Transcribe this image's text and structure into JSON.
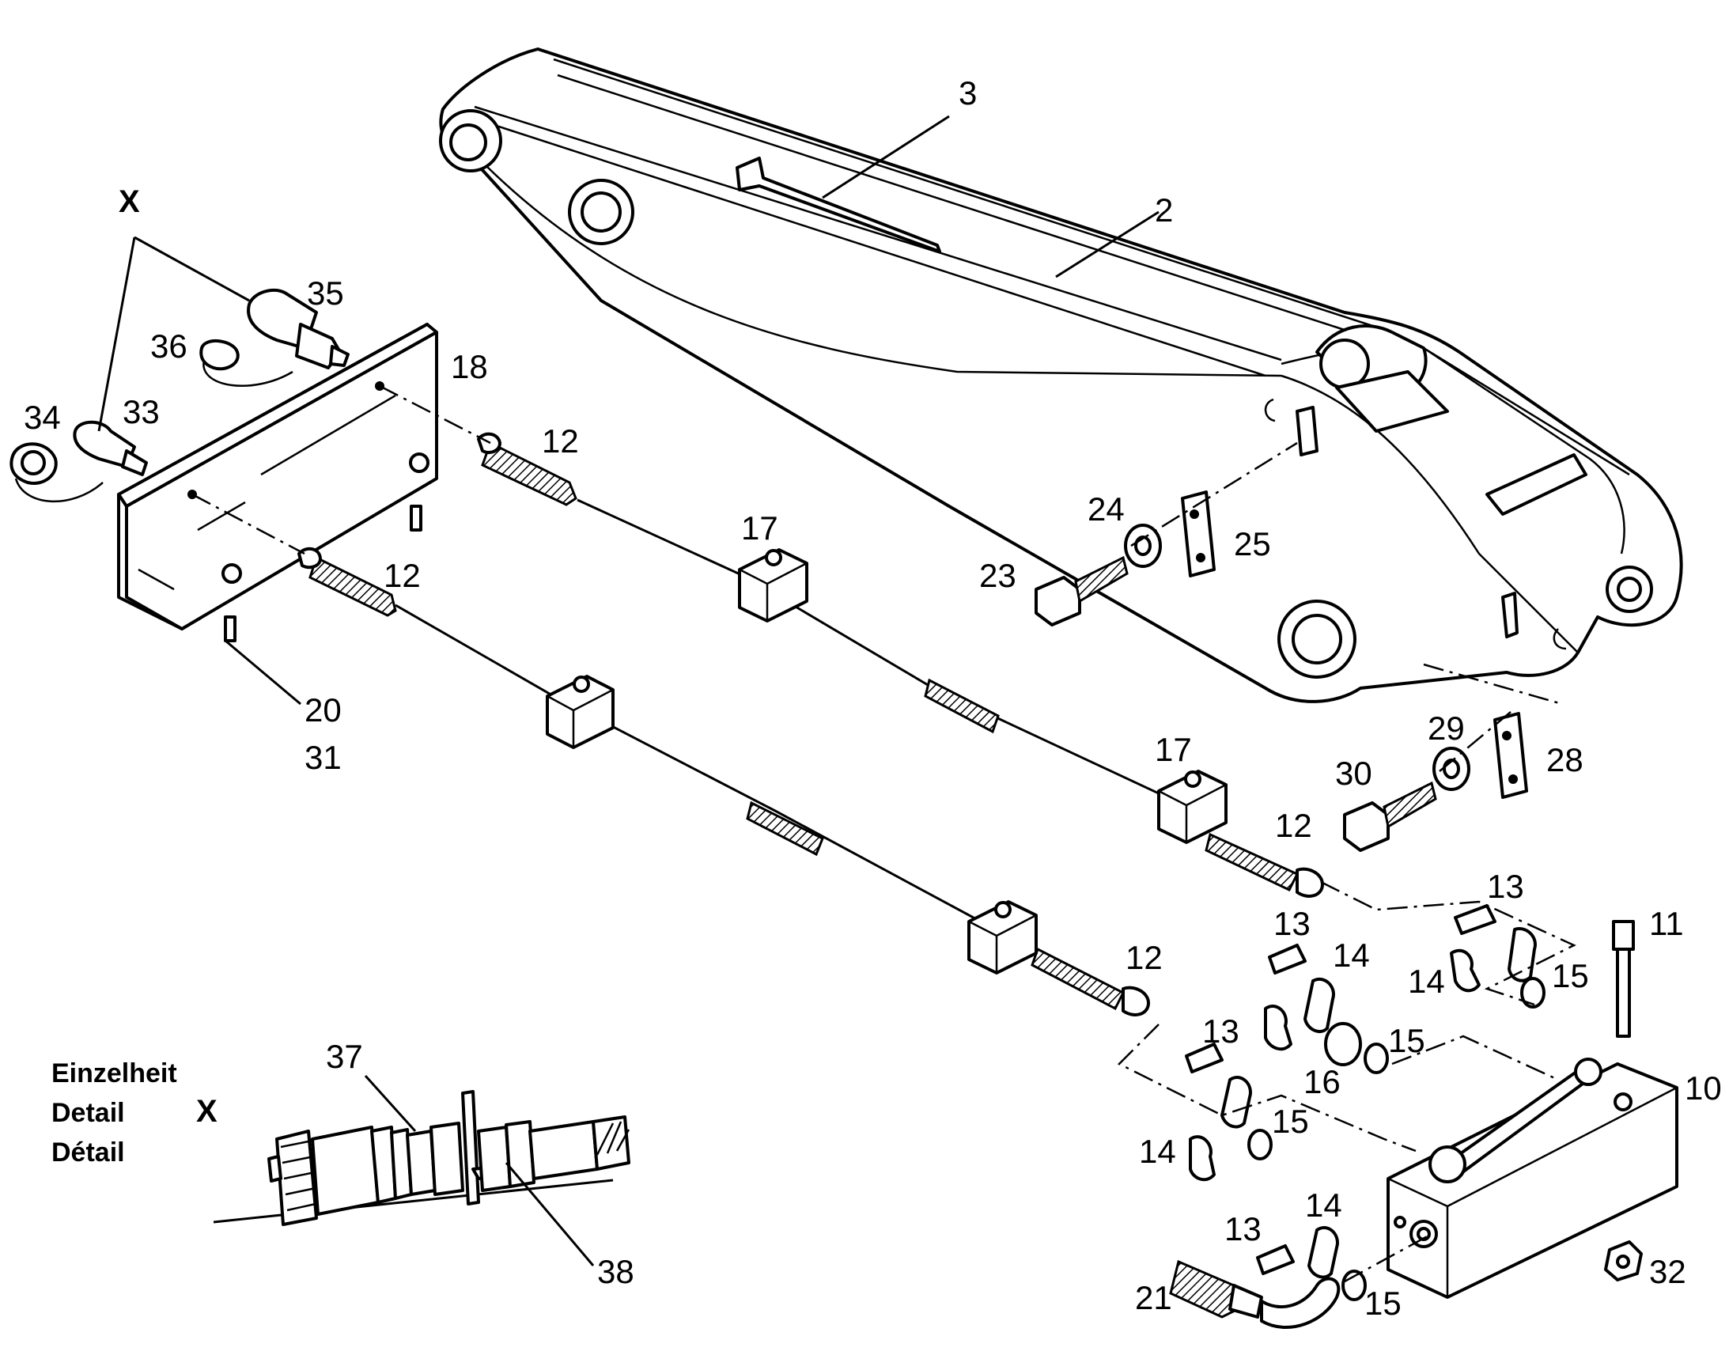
{
  "detail_heading": {
    "line1": "Einzelheit",
    "line2": "Detail",
    "line3": "Détail",
    "marker": "X"
  },
  "view_marker": "X",
  "callouts": {
    "c2": "2",
    "c3": "3",
    "c10": "10",
    "c11": "11",
    "c12a": "12",
    "c12b": "12",
    "c12c": "12",
    "c12d": "12",
    "c13a": "13",
    "c13b": "13",
    "c13c": "13",
    "c13d": "13",
    "c14a": "14",
    "c14b": "14",
    "c14c": "14",
    "c14d": "14",
    "c15a": "15",
    "c15b": "15",
    "c15c": "15",
    "c15d": "15",
    "c16": "16",
    "c17a": "17",
    "c17b": "17",
    "c18": "18",
    "c20": "20",
    "c21": "21",
    "c23": "23",
    "c24": "24",
    "c25": "25",
    "c28": "28",
    "c29": "29",
    "c30": "30",
    "c31": "31",
    "c32": "32",
    "c33": "33",
    "c34": "34",
    "c35": "35",
    "c36": "36",
    "c37": "37",
    "c38": "38"
  }
}
